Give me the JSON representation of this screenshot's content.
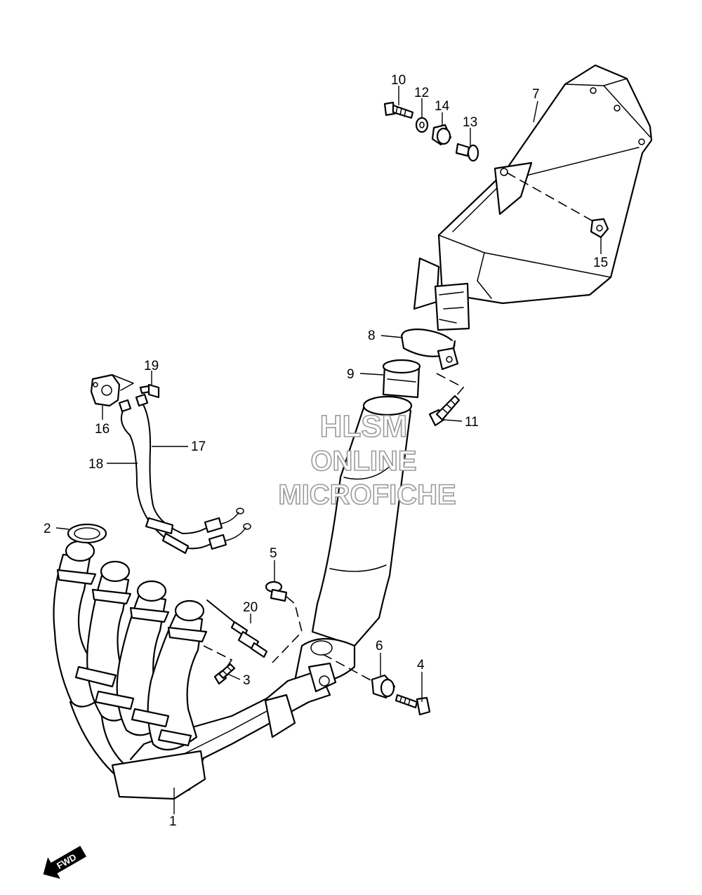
{
  "watermark": {
    "line1": "HLSM",
    "line2": "ONLINE",
    "line3": "MICROFICHE"
  },
  "direction_badge": {
    "label": "FWD",
    "icon": "forward-arrow-icon"
  },
  "callouts": [
    {
      "number": "1",
      "part": "exhaust-pipe-assembly"
    },
    {
      "number": "2",
      "part": "gasket"
    },
    {
      "number": "3",
      "part": "bolt"
    },
    {
      "number": "4",
      "part": "bolt"
    },
    {
      "number": "5",
      "part": "bushing"
    },
    {
      "number": "6",
      "part": "cushion"
    },
    {
      "number": "7",
      "part": "muffler"
    },
    {
      "number": "8",
      "part": "clamp"
    },
    {
      "number": "9",
      "part": "connector-gasket"
    },
    {
      "number": "10",
      "part": "bolt"
    },
    {
      "number": "11",
      "part": "clamp-bolt"
    },
    {
      "number": "12",
      "part": "washer"
    },
    {
      "number": "13",
      "part": "collar"
    },
    {
      "number": "14",
      "part": "cushion"
    },
    {
      "number": "15",
      "part": "nut"
    },
    {
      "number": "16",
      "part": "sensor-bracket"
    },
    {
      "number": "17",
      "part": "sensor-lead"
    },
    {
      "number": "18",
      "part": "sensor-lead"
    },
    {
      "number": "19",
      "part": "screw"
    },
    {
      "number": "20",
      "part": "oxygen-sensor"
    }
  ]
}
